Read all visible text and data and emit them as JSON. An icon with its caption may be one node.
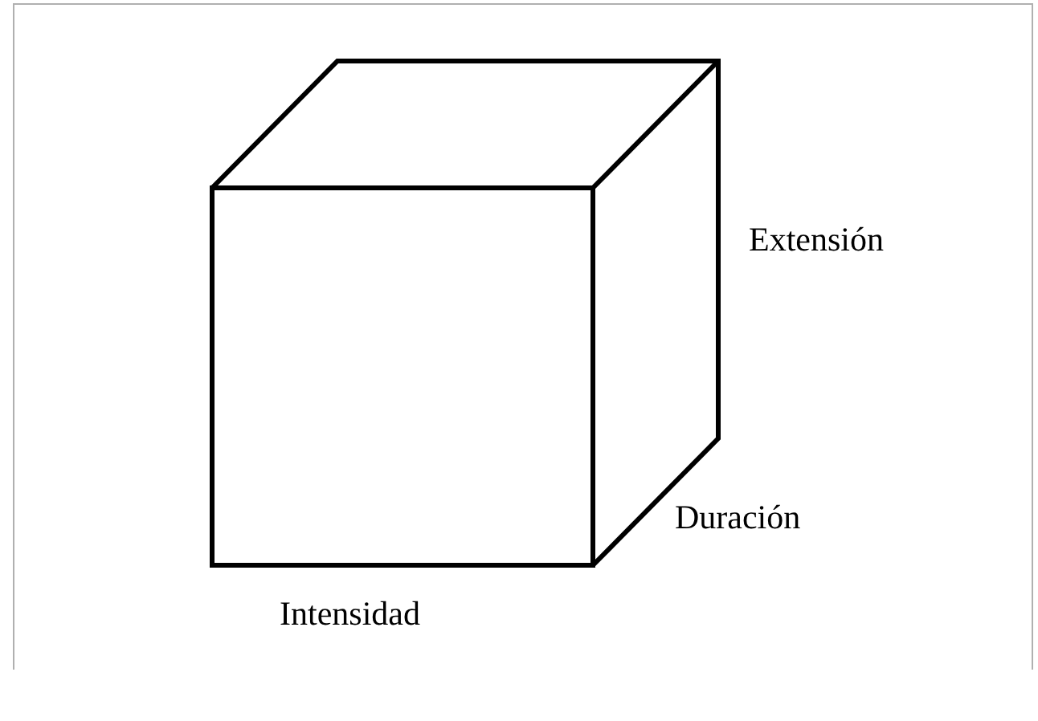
{
  "diagram": {
    "labels": [
      "Extensión",
      "Duración",
      "Intensidad"
    ]
  }
}
